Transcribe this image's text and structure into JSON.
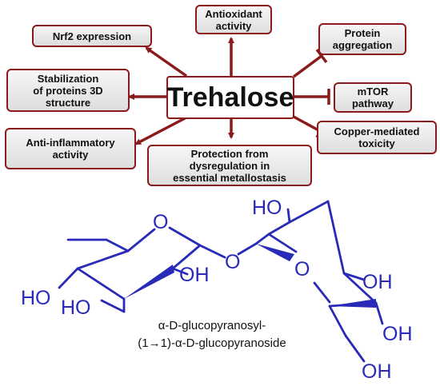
{
  "center": "Trehalose",
  "boxes": {
    "nrf2": "Nrf2 expression",
    "antioxidant": "Antioxidant\nactivity",
    "protein_aggregation": "Protein\naggregation",
    "stabilization": "Stabilization\nof proteins 3D\nstructure",
    "mtor": "mTOR\npathway",
    "anti_inflammatory": "Anti-inflammatory\nactivity",
    "copper": "Copper-mediated\ntoxicity",
    "metallostasis": "Protection from\ndysregulation in\nessential metallostasis"
  },
  "molecule": {
    "caption_line1": "α-D-glucopyranosyl-",
    "caption_line2": "(1→1)-α-D-glucopyranoside",
    "atoms": {
      "o_ring_left": "O",
      "o_link": "O",
      "o_ring_right": "O",
      "oh_left_1": "OH",
      "ho_left_2": "HO",
      "ho_left_3": "HO",
      "ho_right_top": "HO",
      "oh_right_1": "OH",
      "oh_right_2": "OH",
      "oh_right_3": "OH"
    }
  },
  "colors": {
    "arrow": "#8b1a1a",
    "molecule": "#2a2ab8"
  }
}
